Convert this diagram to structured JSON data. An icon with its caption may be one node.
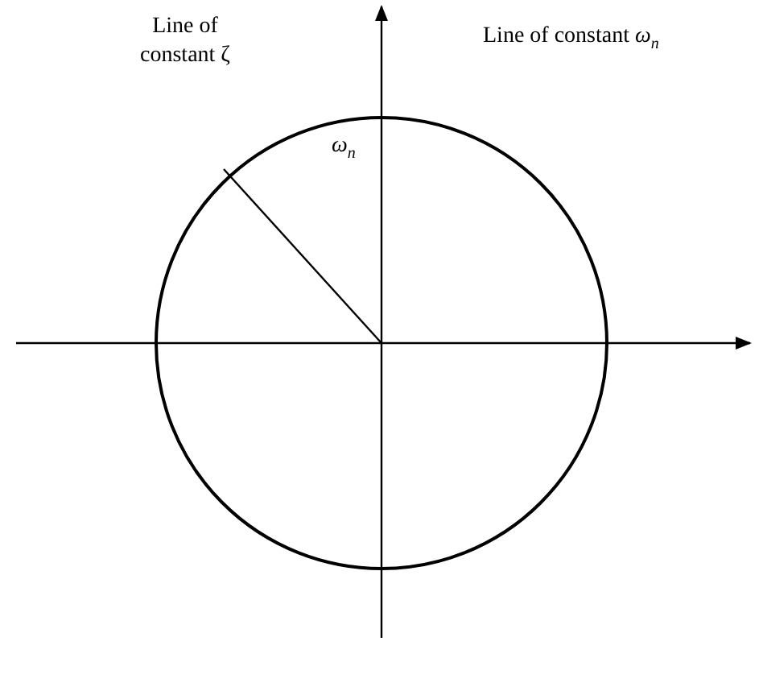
{
  "diagram": {
    "labels": [
      "Line of constant ζ",
      "*ω*$_{n}$",
      "Line of constant *ω*$_{n}$"
    ]
  }
}
